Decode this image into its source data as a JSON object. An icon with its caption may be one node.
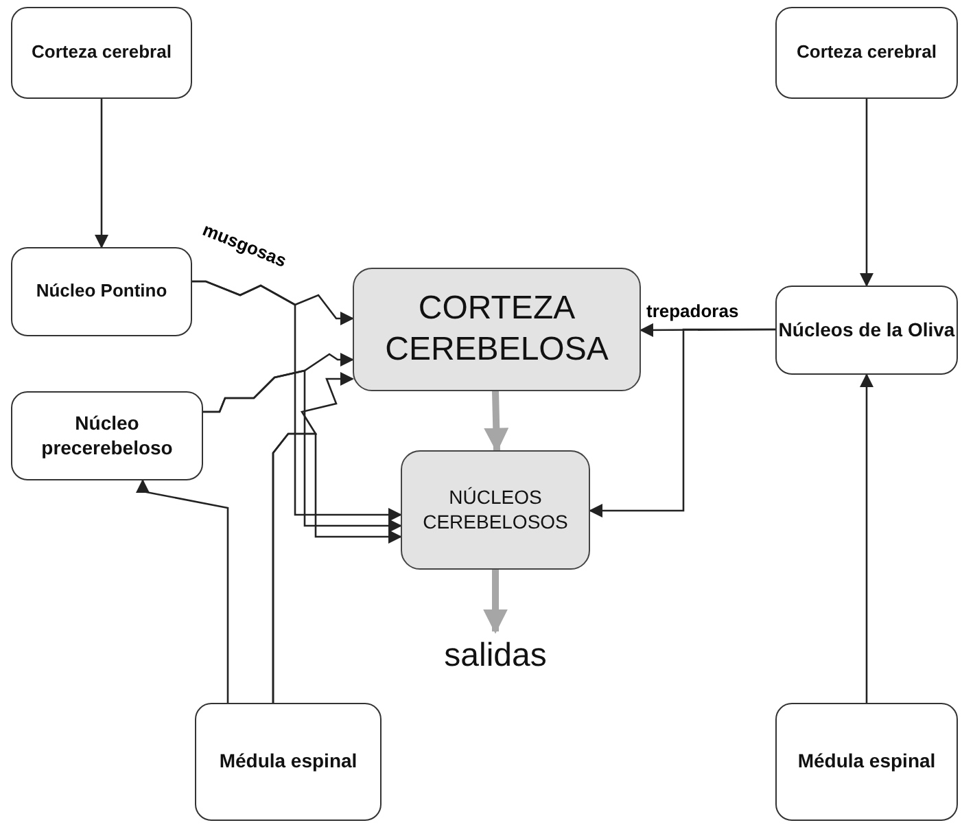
{
  "diagram": {
    "nodes": [
      {
        "text": [
          "Corteza cerebral"
        ]
      },
      {
        "text": [
          "Corteza cerebral"
        ]
      },
      {
        "text": [
          "Núcleo Pontino"
        ]
      },
      {
        "text": [
          "CORTEZA CEREBELOSA"
        ]
      },
      {
        "text": [
          "Núcleos de la Oliva"
        ]
      },
      {
        "text": [
          "Núcleo precerebeloso"
        ]
      },
      {
        "text": [
          "NÚCLEOS CEREBELOSOS"
        ]
      },
      {
        "text": [
          "salidas"
        ]
      },
      {
        "text": [
          "Médula espinal"
        ]
      },
      {
        "text": [
          "Médula espinal"
        ]
      }
    ],
    "edges": [
      {
        "from": 0,
        "to": 2,
        "arrow": "to"
      },
      {
        "from": 1,
        "to": 4,
        "arrow": "to"
      },
      {
        "from": 2,
        "to": 3,
        "arrow": "to",
        "label": "musgosas"
      },
      {
        "from": 2,
        "to": 6,
        "arrow": "to"
      },
      {
        "from": 5,
        "to": 3,
        "arrow": "to"
      },
      {
        "from": 5,
        "to": 6,
        "arrow": "to"
      },
      {
        "from": 8,
        "to": 3,
        "arrow": "to"
      },
      {
        "from": 8,
        "to": 6,
        "arrow": "to"
      },
      {
        "from": 4,
        "to": 3,
        "arrow": "to",
        "label": "trepadoras"
      },
      {
        "from": 4,
        "to": 6,
        "arrow": "to"
      },
      {
        "from": 3,
        "to": 6,
        "arrow": "to",
        "style": "thick",
        "color": "#a6a6a6"
      },
      {
        "from": 6,
        "to": 7,
        "arrow": "to",
        "style": "thick",
        "color": "#a6a6a6"
      },
      {
        "from": 9,
        "to": 4,
        "arrow": "to"
      },
      {
        "from": 8,
        "to": 5,
        "arrow": "to"
      }
    ]
  }
}
